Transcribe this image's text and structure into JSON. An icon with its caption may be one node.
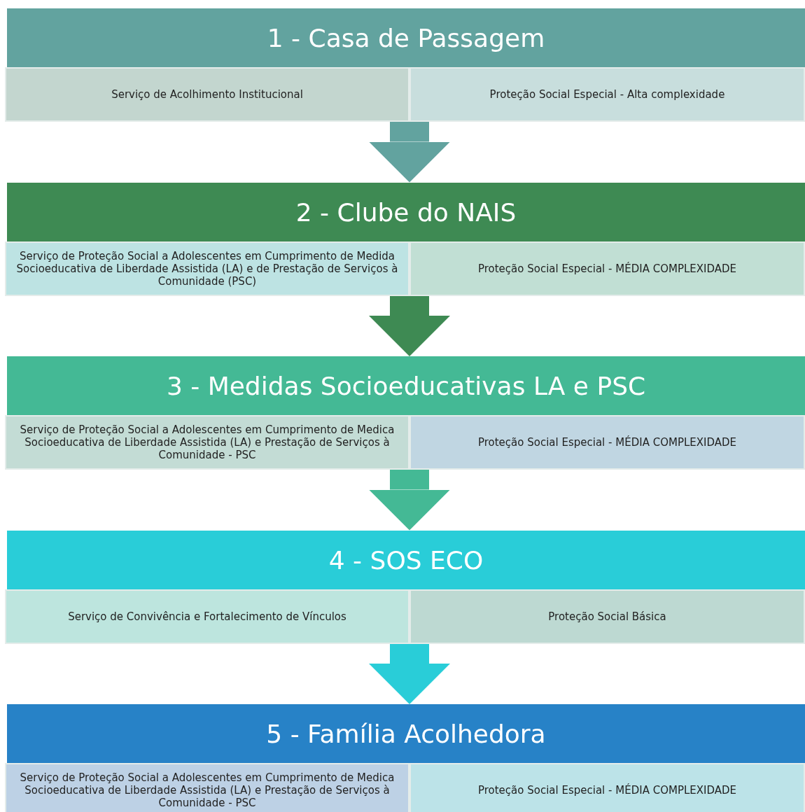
{
  "diagram": {
    "nodes": [
      {
        "text": [
          "1 - Casa de Passagem"
        ]
      },
      {
        "text": [
          "Serviço de Acolhimento Institucional"
        ]
      },
      {
        "text": [
          "Proteção Social Especial - Alta complexidade"
        ]
      },
      {
        "text": [
          "2 - Clube do NAIS"
        ]
      },
      {
        "text": [
          "Serviço de Proteção Social a Adolescentes em Cumprimento de Medida Socioeducativa de Liberdade Assistida (LA) e de Prestação de Serviços à Comunidade (PSC)"
        ]
      },
      {
        "text": [
          "Proteção Social Especial - MÉDIA COMPLEXIDADE"
        ]
      },
      {
        "text": [
          "3 - Medidas Socioeducativas LA e PSC"
        ]
      },
      {
        "text": [
          "Serviço de Proteção Social a Adolescentes em Cumprimento de Medica Socioeducativa de Liberdade Assistida (LA) e Prestação de Serviços à Comunidade - PSC"
        ]
      },
      {
        "text": [
          "Proteção Social Especial - MÉDIA COMPLEXIDADE"
        ]
      },
      {
        "text": [
          "4 - SOS ECO"
        ]
      },
      {
        "text": [
          "Serviço de Convivência e Fortalecimento de Vínculos"
        ]
      },
      {
        "text": [
          "Proteção Social Básica"
        ]
      },
      {
        "text": [
          "5 - Família Acolhedora"
        ]
      },
      {
        "text": [
          "Serviço de Proteção Social a Adolescentes em Cumprimento de Medica Socioeducativa de Liberdade Assistida (LA) e Prestação de Serviços à Comunidade - PSC"
        ]
      },
      {
        "text": [
          "Proteção Social Especial - MÉDIA COMPLEXIDADE"
        ]
      }
    ],
    "edges": [
      {
        "from": 1,
        "to": 3,
        "arrow": "to",
        "color": "#62a39f"
      },
      {
        "from": 4,
        "to": 6,
        "arrow": "to",
        "color": "#3e8a53"
      },
      {
        "from": 7,
        "to": 9,
        "arrow": "to",
        "color": "#44b995"
      },
      {
        "from": 10,
        "to": 12,
        "arrow": "to",
        "color": "#29cdd8"
      }
    ]
  }
}
